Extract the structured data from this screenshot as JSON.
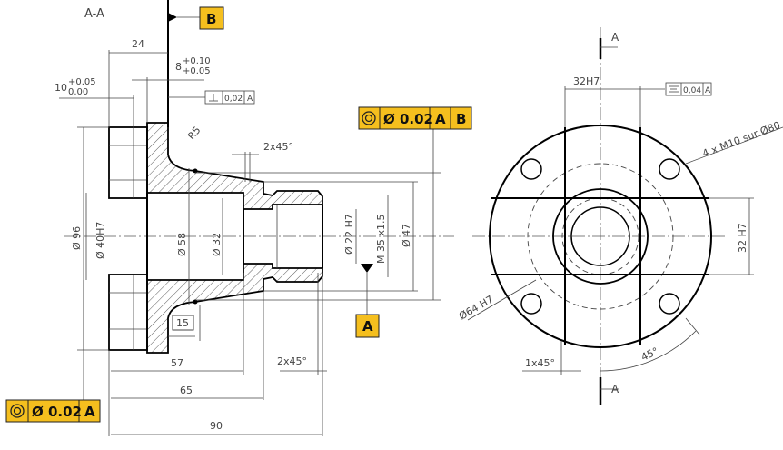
{
  "section_label": "A-A",
  "datums": {
    "b": "B",
    "a": "A"
  },
  "feature_frames": {
    "top": {
      "symbol": "concentricity",
      "tolerance": "Ø 0.02",
      "datum1": "A",
      "datum2": "B"
    },
    "bottom": {
      "symbol": "concentricity",
      "tolerance": "Ø 0.02",
      "datum1": "A"
    }
  },
  "small_frames": {
    "perpendicularity": {
      "value": "0,02",
      "datum": "A"
    },
    "symmetry": {
      "value": "0,04",
      "datum": "A"
    }
  },
  "dims": {
    "d24": "24",
    "d8": "8",
    "d8_up": "+0.10",
    "d8_low": "+0.05",
    "d10": "10",
    "d10_up": "+0.05",
    "d10_low": "0.00",
    "r5": "R5",
    "chamfer_top": "2x45°",
    "d96": "Ø 96",
    "d40": "Ø 40H7",
    "d58": "Ø 58",
    "d32": "Ø 32",
    "d22": "Ø 22 H7",
    "m35": "M 35 x1.5",
    "d47": "Ø 47",
    "box15": "15",
    "d57": "57",
    "d65": "65",
    "d90": "90",
    "chamfer_bottom": "2x45°",
    "w32": "32H7",
    "h32": "32 H7",
    "holes": "4 x M10 sur Ø80",
    "d64": "Ø64 H7",
    "chamfer_front": "1x45°",
    "angle": "45°",
    "cut_top": "A",
    "cut_bottom": "A"
  }
}
